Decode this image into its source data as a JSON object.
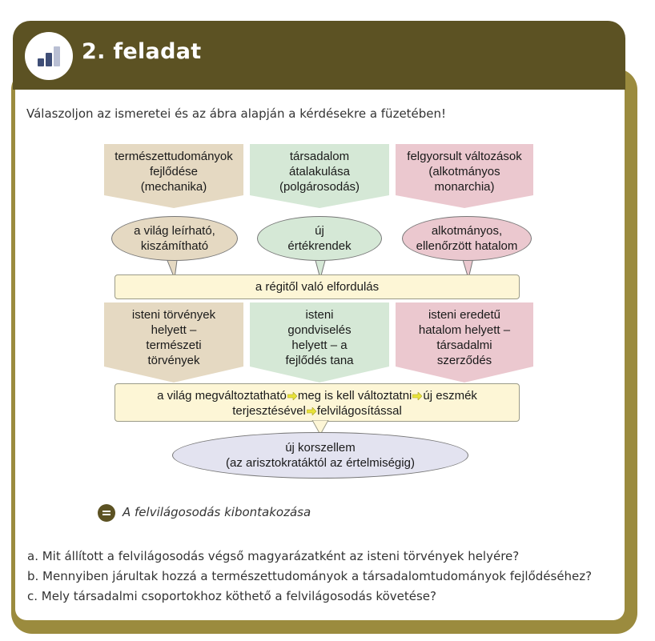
{
  "header": {
    "title": "2. feladat",
    "icon": "bar-chart-icon"
  },
  "instruction": "Válaszoljon az ismeretei és az ábra alapján a kérdésekre a füzetében!",
  "diagram": {
    "top_boxes": [
      {
        "lines": [
          "természettudományok",
          "fejlődése",
          "(mechanika)"
        ],
        "color": "#e5d9c2"
      },
      {
        "lines": [
          "társadalom",
          "átalakulása",
          "(polgárosodás)"
        ],
        "color": "#d5e8d6"
      },
      {
        "lines": [
          "felgyorsult változások",
          "(alkotmányos",
          "monarchia)"
        ],
        "color": "#ebc8cf"
      }
    ],
    "bubbles": [
      {
        "lines": [
          "a világ leírható,",
          "kiszámítható"
        ]
      },
      {
        "lines": [
          "új",
          "értékrendek"
        ]
      },
      {
        "lines": [
          "alkotmányos,",
          "ellenőrzött hatalom"
        ]
      }
    ],
    "turn_away": "a régitől való elfordulás",
    "mid_boxes": [
      {
        "lines": [
          "isteni törvények",
          "helyett –",
          "természeti",
          "törvények"
        ]
      },
      {
        "lines": [
          "isteni",
          "gondviselés",
          "helyett – a",
          "fejlődés tana"
        ]
      },
      {
        "lines": [
          "isteni eredetű",
          "hatalom helyett –",
          "társadalmi",
          "szerződés"
        ]
      }
    ],
    "chain": {
      "line1": [
        "a világ megváltoztatható",
        "meg is kell változtatni",
        "új eszmék"
      ],
      "line2": [
        "terjesztésével",
        "felvilágosítással"
      ]
    },
    "result": [
      "új korszellem",
      "(az arisztokratáktól az értelmiségig)"
    ]
  },
  "caption": "A felvilágosodás kibontakozása",
  "questions": [
    "a. Mit állított a felvilágosodás végső magyarázatként az isteni törvények helyére?",
    "b. Mennyiben járultak hozzá a természettudományok a társadalomtudományok fejlődéséhez?",
    "c. Mely társadalmi csoportokhoz köthető a felvilágosodás követése?"
  ],
  "colors": {
    "header": "#5c5223",
    "border": "#9b8b3e",
    "arrow": "#e8e33a"
  }
}
